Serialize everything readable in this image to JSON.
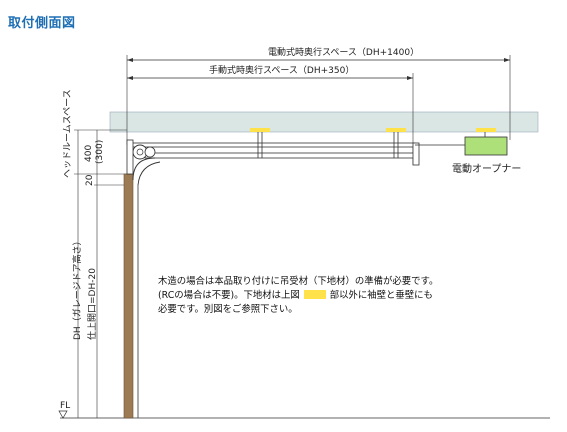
{
  "title": "取付側面図",
  "dims": {
    "electric_space": "電動式時奥行スペース（DH+1400）",
    "manual_space": "手動式時奥行スペース（DH+350）",
    "headroom_space": "ヘッドルームスペース",
    "headroom_value": "400",
    "headroom_value_manual": "(300)",
    "gap_20": "20",
    "dh_label": "DH（ガレージドア高さ）",
    "opening_label": "仕上開口=DH-20",
    "floor_label": "FL"
  },
  "opener_label": "電動オープナー",
  "note": {
    "line1": "木造の場合は本品取り付けに吊受材（下地材）の準備が必要です。",
    "line2a": "(RCの場合は不要)。下地材は上図",
    "line2b": "部以外に袖壁と垂壁にも",
    "line3": "必要です。別図をご参照下さい。"
  },
  "colors": {
    "ceiling": "#d9e6e4",
    "support": "#ffe24a",
    "opener": "#aee07a",
    "door": "#9c7a53",
    "title": "#1f6fb5"
  }
}
